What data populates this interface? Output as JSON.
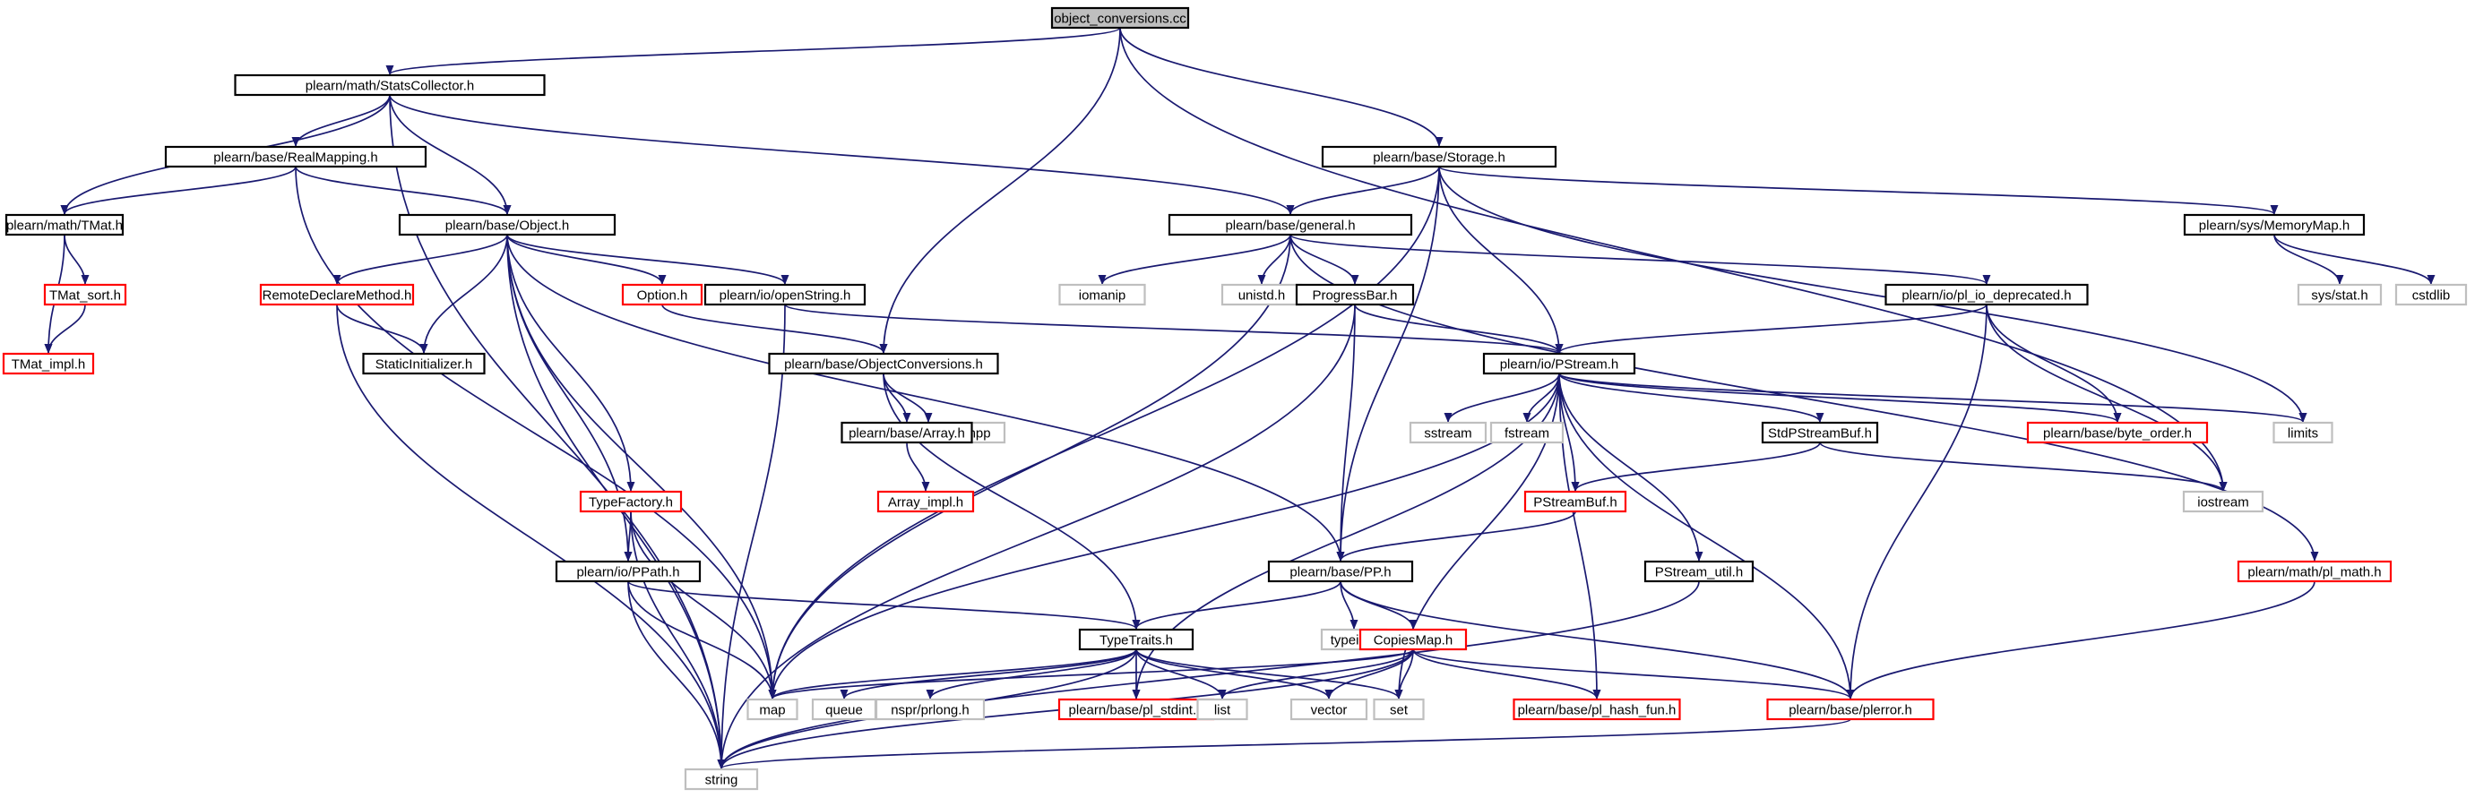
{
  "colors": {
    "edge": "#191970",
    "border_normal": "#000000",
    "border_red": "#ff0000",
    "border_external": "#bfbfbf",
    "root_fill": "#bfbfbf",
    "text": "#000000"
  },
  "nodes": [
    {
      "id": "root",
      "label": "object_conversions.cc",
      "style": "root"
    },
    {
      "id": "statscollector",
      "label": "plearn/math/StatsCollector.h",
      "style": "normal"
    },
    {
      "id": "realmapping",
      "label": "plearn/base/RealMapping.h",
      "style": "normal"
    },
    {
      "id": "storage",
      "label": "plearn/base/Storage.h",
      "style": "normal"
    },
    {
      "id": "tmat",
      "label": "plearn/math/TMat.h",
      "style": "normal"
    },
    {
      "id": "object",
      "label": "plearn/base/Object.h",
      "style": "normal"
    },
    {
      "id": "general",
      "label": "plearn/base/general.h",
      "style": "normal"
    },
    {
      "id": "memorymap",
      "label": "plearn/sys/MemoryMap.h",
      "style": "normal"
    },
    {
      "id": "tmat_sort",
      "label": "TMat_sort.h",
      "style": "red"
    },
    {
      "id": "remotedeclare",
      "label": "RemoteDeclareMethod.h",
      "style": "red"
    },
    {
      "id": "option",
      "label": "Option.h",
      "style": "red"
    },
    {
      "id": "openstring",
      "label": "plearn/io/openString.h",
      "style": "normal"
    },
    {
      "id": "iomanip",
      "label": "iomanip",
      "style": "external"
    },
    {
      "id": "unistd",
      "label": "unistd.h",
      "style": "external"
    },
    {
      "id": "progressbar",
      "label": "ProgressBar.h",
      "style": "normal"
    },
    {
      "id": "pl_io_deprecated",
      "label": "plearn/io/pl_io_deprecated.h",
      "style": "normal"
    },
    {
      "id": "sysstat",
      "label": "sys/stat.h",
      "style": "external"
    },
    {
      "id": "cstdlib",
      "label": "cstdlib",
      "style": "external"
    },
    {
      "id": "tmat_impl",
      "label": "TMat_impl.h",
      "style": "red"
    },
    {
      "id": "staticinit",
      "label": "StaticInitializer.h",
      "style": "normal"
    },
    {
      "id": "objectconversions",
      "label": "plearn/base/ObjectConversions.h",
      "style": "normal"
    },
    {
      "id": "pstream",
      "label": "plearn/io/PStream.h",
      "style": "normal"
    },
    {
      "id": "boosttt",
      "label": "boost/type_traits.hpp",
      "style": "external"
    },
    {
      "id": "array",
      "label": "plearn/base/Array.h",
      "style": "normal"
    },
    {
      "id": "sstream",
      "label": "sstream",
      "style": "external"
    },
    {
      "id": "fstream",
      "label": "fstream",
      "style": "external"
    },
    {
      "id": "stdpstreambuf",
      "label": "StdPStreamBuf.h",
      "style": "normal"
    },
    {
      "id": "byteorder",
      "label": "plearn/base/byte_order.h",
      "style": "red"
    },
    {
      "id": "limits",
      "label": "limits",
      "style": "external"
    },
    {
      "id": "typefactory",
      "label": "TypeFactory.h",
      "style": "red"
    },
    {
      "id": "array_impl",
      "label": "Array_impl.h",
      "style": "red"
    },
    {
      "id": "pstreambuf",
      "label": "PStreamBuf.h",
      "style": "red"
    },
    {
      "id": "iostream",
      "label": "iostream",
      "style": "external"
    },
    {
      "id": "ppath",
      "label": "plearn/io/PPath.h",
      "style": "normal"
    },
    {
      "id": "pp",
      "label": "plearn/base/PP.h",
      "style": "normal"
    },
    {
      "id": "pstream_util",
      "label": "PStream_util.h",
      "style": "normal"
    },
    {
      "id": "pl_math",
      "label": "plearn/math/pl_math.h",
      "style": "red"
    },
    {
      "id": "typeinfo",
      "label": "typeinfo",
      "style": "external"
    },
    {
      "id": "copiesmap",
      "label": "CopiesMap.h",
      "style": "red"
    },
    {
      "id": "typetraits",
      "label": "TypeTraits.h",
      "style": "normal"
    },
    {
      "id": "map",
      "label": "map",
      "style": "external"
    },
    {
      "id": "queue",
      "label": "queue",
      "style": "external"
    },
    {
      "id": "nsprlong",
      "label": "nspr/prlong.h",
      "style": "external"
    },
    {
      "id": "pl_stdint",
      "label": "plearn/base/pl_stdint.h",
      "style": "red"
    },
    {
      "id": "list",
      "label": "list",
      "style": "external"
    },
    {
      "id": "vector",
      "label": "vector",
      "style": "external"
    },
    {
      "id": "set",
      "label": "set",
      "style": "external"
    },
    {
      "id": "pl_hash_fun",
      "label": "plearn/base/pl_hash_fun.h",
      "style": "red"
    },
    {
      "id": "plerror",
      "label": "plearn/base/plerror.h",
      "style": "red"
    },
    {
      "id": "string",
      "label": "string",
      "style": "external"
    }
  ],
  "edges": [
    [
      "root",
      "statscollector"
    ],
    [
      "root",
      "objectconversions"
    ],
    [
      "root",
      "storage"
    ],
    [
      "root",
      "iostream"
    ],
    [
      "statscollector",
      "realmapping"
    ],
    [
      "statscollector",
      "tmat"
    ],
    [
      "statscollector",
      "object"
    ],
    [
      "statscollector",
      "general"
    ],
    [
      "statscollector",
      "string"
    ],
    [
      "realmapping",
      "tmat"
    ],
    [
      "realmapping",
      "object"
    ],
    [
      "realmapping",
      "map"
    ],
    [
      "tmat",
      "tmat_sort"
    ],
    [
      "tmat",
      "tmat_impl"
    ],
    [
      "tmat_sort",
      "tmat_impl"
    ],
    [
      "object",
      "remotedeclare"
    ],
    [
      "object",
      "option"
    ],
    [
      "object",
      "openstring"
    ],
    [
      "object",
      "staticinit"
    ],
    [
      "object",
      "typefactory"
    ],
    [
      "object",
      "ppath"
    ],
    [
      "object",
      "pp"
    ],
    [
      "object",
      "map"
    ],
    [
      "object",
      "string"
    ],
    [
      "remotedeclare",
      "staticinit"
    ],
    [
      "remotedeclare",
      "string"
    ],
    [
      "option",
      "objectconversions"
    ],
    [
      "openstring",
      "pstream"
    ],
    [
      "openstring",
      "string"
    ],
    [
      "storage",
      "general"
    ],
    [
      "storage",
      "memorymap"
    ],
    [
      "storage",
      "pstream"
    ],
    [
      "storage",
      "pp"
    ],
    [
      "storage",
      "map"
    ],
    [
      "storage",
      "limits"
    ],
    [
      "general",
      "iomanip"
    ],
    [
      "general",
      "unistd"
    ],
    [
      "general",
      "progressbar"
    ],
    [
      "general",
      "pl_io_deprecated"
    ],
    [
      "general",
      "pl_math"
    ],
    [
      "general",
      "map"
    ],
    [
      "memorymap",
      "sysstat"
    ],
    [
      "memorymap",
      "cstdlib"
    ],
    [
      "progressbar",
      "pstream"
    ],
    [
      "progressbar",
      "pp"
    ],
    [
      "progressbar",
      "string"
    ],
    [
      "pl_io_deprecated",
      "pstream"
    ],
    [
      "pl_io_deprecated",
      "byteorder"
    ],
    [
      "pl_io_deprecated",
      "iostream"
    ],
    [
      "pl_io_deprecated",
      "plerror"
    ],
    [
      "objectconversions",
      "boosttt"
    ],
    [
      "objectconversions",
      "array"
    ],
    [
      "objectconversions",
      "typetraits"
    ],
    [
      "array",
      "array_impl"
    ],
    [
      "pstream",
      "sstream"
    ],
    [
      "pstream",
      "fstream"
    ],
    [
      "pstream",
      "stdpstreambuf"
    ],
    [
      "pstream",
      "byteorder"
    ],
    [
      "pstream",
      "limits"
    ],
    [
      "pstream",
      "pstreambuf"
    ],
    [
      "pstream",
      "pstream_util"
    ],
    [
      "pstream",
      "map"
    ],
    [
      "pstream",
      "set"
    ],
    [
      "pstream",
      "pl_hash_fun"
    ],
    [
      "pstream",
      "plerror"
    ],
    [
      "pstream",
      "pl_stdint"
    ],
    [
      "stdpstreambuf",
      "pstreambuf"
    ],
    [
      "stdpstreambuf",
      "iostream"
    ],
    [
      "pstreambuf",
      "pp"
    ],
    [
      "typefactory",
      "ppath"
    ],
    [
      "typefactory",
      "map"
    ],
    [
      "typefactory",
      "string"
    ],
    [
      "ppath",
      "typetraits"
    ],
    [
      "ppath",
      "map"
    ],
    [
      "ppath",
      "string"
    ],
    [
      "pp",
      "typeinfo"
    ],
    [
      "pp",
      "copiesmap"
    ],
    [
      "pp",
      "typetraits"
    ],
    [
      "pp",
      "plerror"
    ],
    [
      "pstream_util",
      "string"
    ],
    [
      "pl_math",
      "plerror"
    ],
    [
      "copiesmap",
      "map"
    ],
    [
      "copiesmap",
      "list"
    ],
    [
      "copiesmap",
      "vector"
    ],
    [
      "copiesmap",
      "set"
    ],
    [
      "copiesmap",
      "pl_hash_fun"
    ],
    [
      "copiesmap",
      "plerror"
    ],
    [
      "copiesmap",
      "string"
    ],
    [
      "typetraits",
      "map"
    ],
    [
      "typetraits",
      "queue"
    ],
    [
      "typetraits",
      "nsprlong"
    ],
    [
      "typetraits",
      "pl_stdint"
    ],
    [
      "typetraits",
      "list"
    ],
    [
      "typetraits",
      "vector"
    ],
    [
      "typetraits",
      "set"
    ],
    [
      "typetraits",
      "string"
    ],
    [
      "plerror",
      "string"
    ]
  ]
}
